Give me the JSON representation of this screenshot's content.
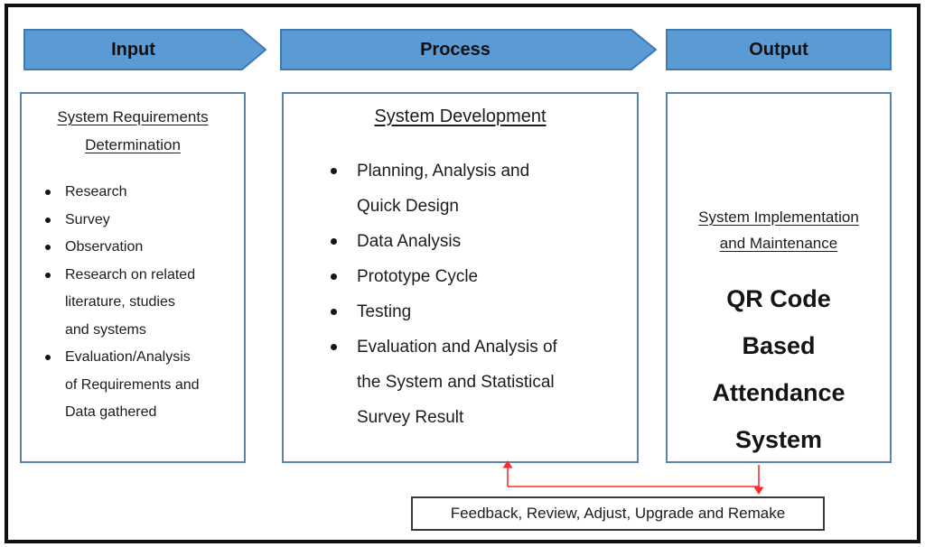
{
  "banners": {
    "input": {
      "label": "Input"
    },
    "process": {
      "label": "Process"
    },
    "output": {
      "label": "Output"
    }
  },
  "columns": {
    "input": {
      "heading": "System Requirements\nDetermination",
      "bullets": [
        "Research",
        "Survey",
        "Observation",
        "Research on related\nliterature, studies\nand systems",
        "Evaluation/Analysis\nof Requirements and\nData gathered"
      ]
    },
    "process": {
      "heading": "System Development",
      "bullets": [
        "Planning, Analysis and\nQuick Design",
        "Data Analysis",
        "Prototype Cycle",
        "Testing",
        "Evaluation and Analysis of\nthe System and Statistical\nSurvey Result"
      ]
    },
    "output": {
      "heading": "System Implementation\nand Maintenance",
      "title": "QR Code\nBased\nAttendance\nSystem"
    }
  },
  "feedback": {
    "label": "Feedback, Review, Adjust, Upgrade and Remake"
  },
  "colors": {
    "banner_fill": "#5B9BD5",
    "banner_border": "#4177B5",
    "box_border": "#5B84AD",
    "connector_red": "#FF2B2B",
    "frame_black": "#0F0F0F"
  }
}
